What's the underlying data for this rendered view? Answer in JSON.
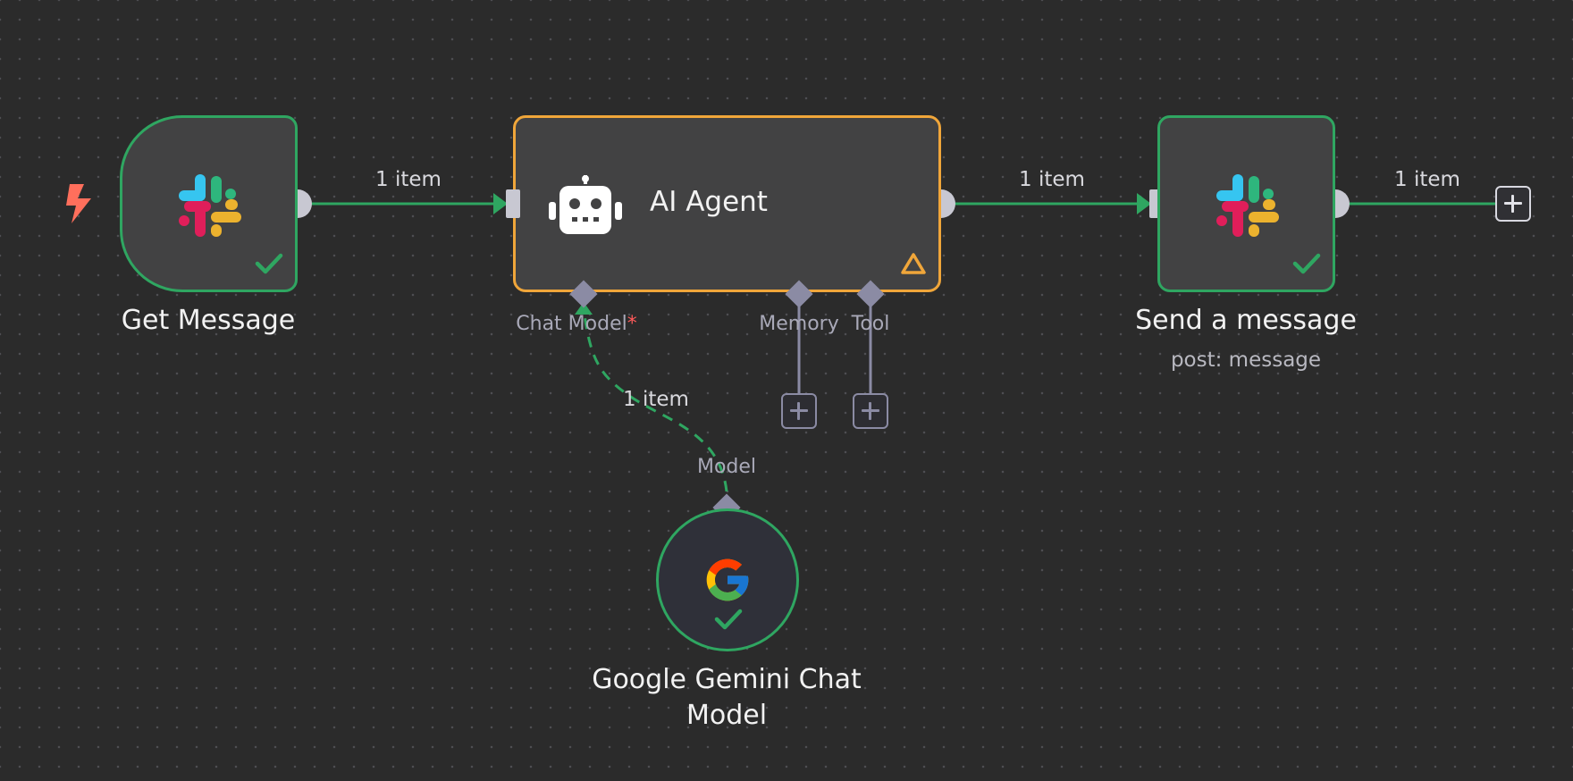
{
  "canvas": {
    "colors": {
      "background": "#2b2b2b",
      "success": "#2fa661",
      "warning": "#f0a63a",
      "trigger": "#ff6f5c",
      "port": "#c8c8d2",
      "sub_port": "#8b8ba4"
    }
  },
  "nodes": {
    "get_message": {
      "title": "Get Message",
      "icon": "slack-icon",
      "status": "success",
      "trigger_icon": "lightning-bolt-icon"
    },
    "ai_agent": {
      "title": "AI Agent",
      "icon": "robot-icon",
      "status": "warning",
      "ports": {
        "chat_model": "Chat Model",
        "chat_model_required": "*",
        "memory": "Memory",
        "tool": "Tool"
      }
    },
    "send_message": {
      "title": "Send a message",
      "subtitle": "post: message",
      "icon": "slack-icon",
      "status": "success"
    },
    "gemini": {
      "title_line1": "Google Gemini Chat",
      "title_line2": "Model",
      "port_label": "Model",
      "icon": "google-icon",
      "status": "success"
    }
  },
  "edges": {
    "get_to_agent": "1 item",
    "agent_to_send": "1 item",
    "send_out": "1 item",
    "gemini_to_agent": "1 item"
  }
}
